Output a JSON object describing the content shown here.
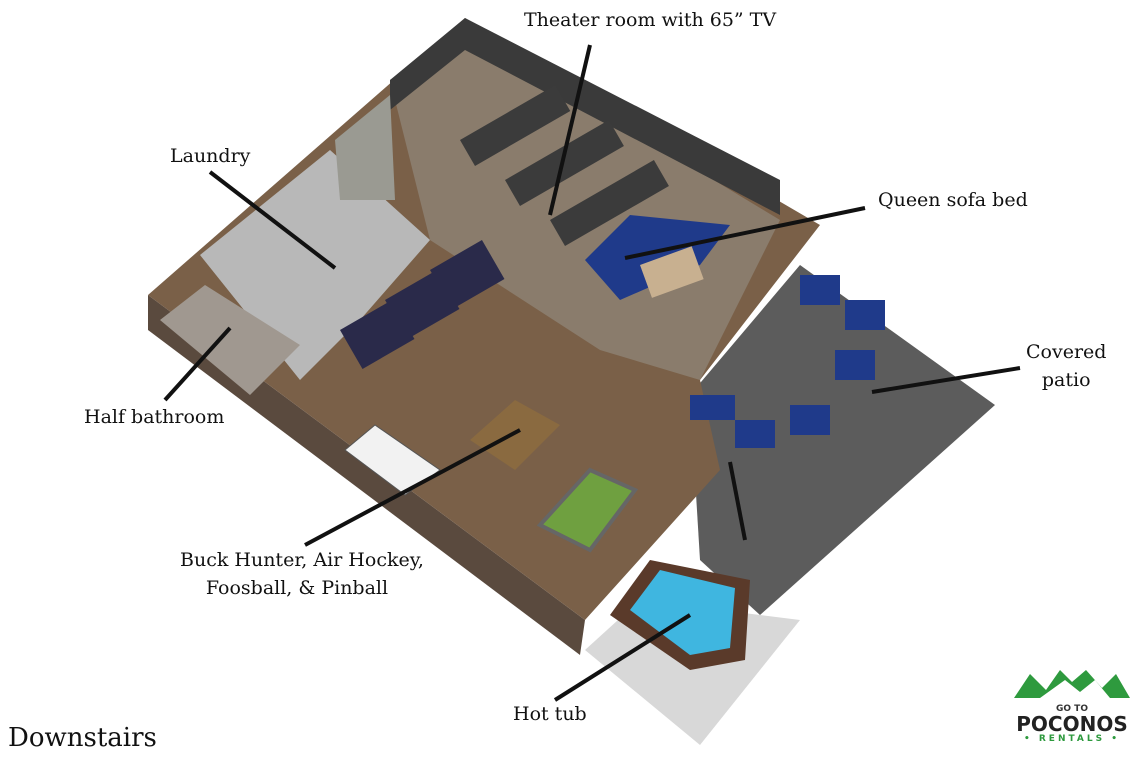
{
  "labels": {
    "theater": "Theater room with 65” TV",
    "laundry": "Laundry",
    "queen_sofa": "Queen sofa bed",
    "covered_patio_1": "Covered",
    "covered_patio_2": "patio",
    "half_bathroom": "Half bathroom",
    "games_1": "Buck Hunter, Air Hockey,",
    "games_2": "Foosball, & Pinball",
    "hot_tub": "Hot tub",
    "floor": "Downstairs"
  },
  "logo": {
    "line1": "GO TO",
    "line2": "POCONOS",
    "line3": "• RENTALS •"
  },
  "colors": {
    "wall": "#3a3a3a",
    "patio": "#5c5c5c",
    "floor_wood": "#7a6048",
    "tile": "#8a7c6c",
    "water": "#3fb6e0",
    "sofa": "#1f3a8a",
    "brand_green": "#2e9a3e"
  }
}
